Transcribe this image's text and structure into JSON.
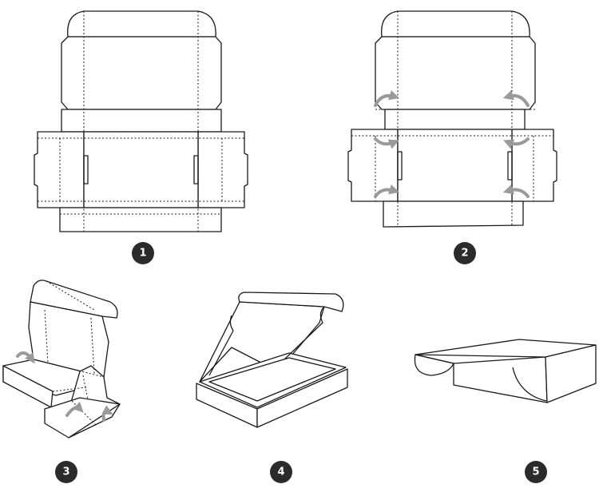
{
  "steps": [
    {
      "number": "1"
    },
    {
      "number": "2"
    },
    {
      "number": "3"
    },
    {
      "number": "4"
    },
    {
      "number": "5"
    }
  ],
  "colors": {
    "outline": "#1a1a1a",
    "fold_arrow": "#9a9a9a",
    "badge": "#2b2b2b",
    "badge_text": "#ffffff"
  }
}
